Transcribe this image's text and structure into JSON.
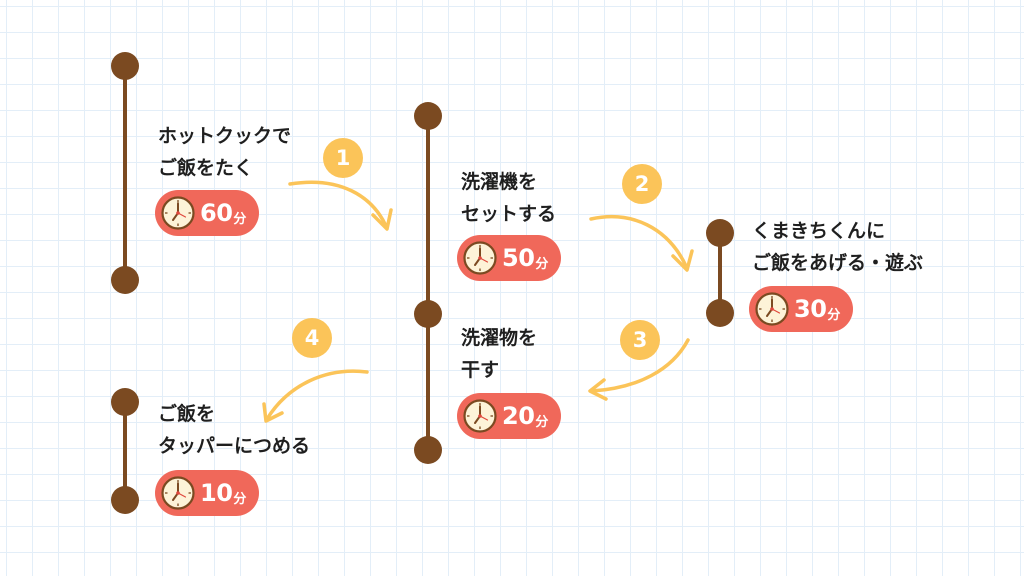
{
  "tasks": [
    {
      "lines": [
        "ホットクックで",
        "ご飯をたく"
      ],
      "minutes": "60",
      "unit": "分"
    },
    {
      "lines": [
        "洗濯機を",
        "セットする"
      ],
      "minutes": "50",
      "unit": "分"
    },
    {
      "lines": [
        "くまきちくんに",
        "ご飯をあげる・遊ぶ"
      ],
      "minutes": "30",
      "unit": "分"
    },
    {
      "lines": [
        "洗濯物を",
        "干す"
      ],
      "minutes": "20",
      "unit": "分"
    },
    {
      "lines": [
        "ご飯を",
        "タッパーにつめる"
      ],
      "minutes": "10",
      "unit": "分"
    }
  ],
  "steps": [
    "1",
    "2",
    "3",
    "4"
  ],
  "colors": {
    "timeline": "#7b4a21",
    "badge": "#f0685a",
    "step": "#fbc459",
    "arrow": "#fbc459",
    "grid": "#e3eef8"
  },
  "icons": {
    "time": "clock-icon"
  }
}
